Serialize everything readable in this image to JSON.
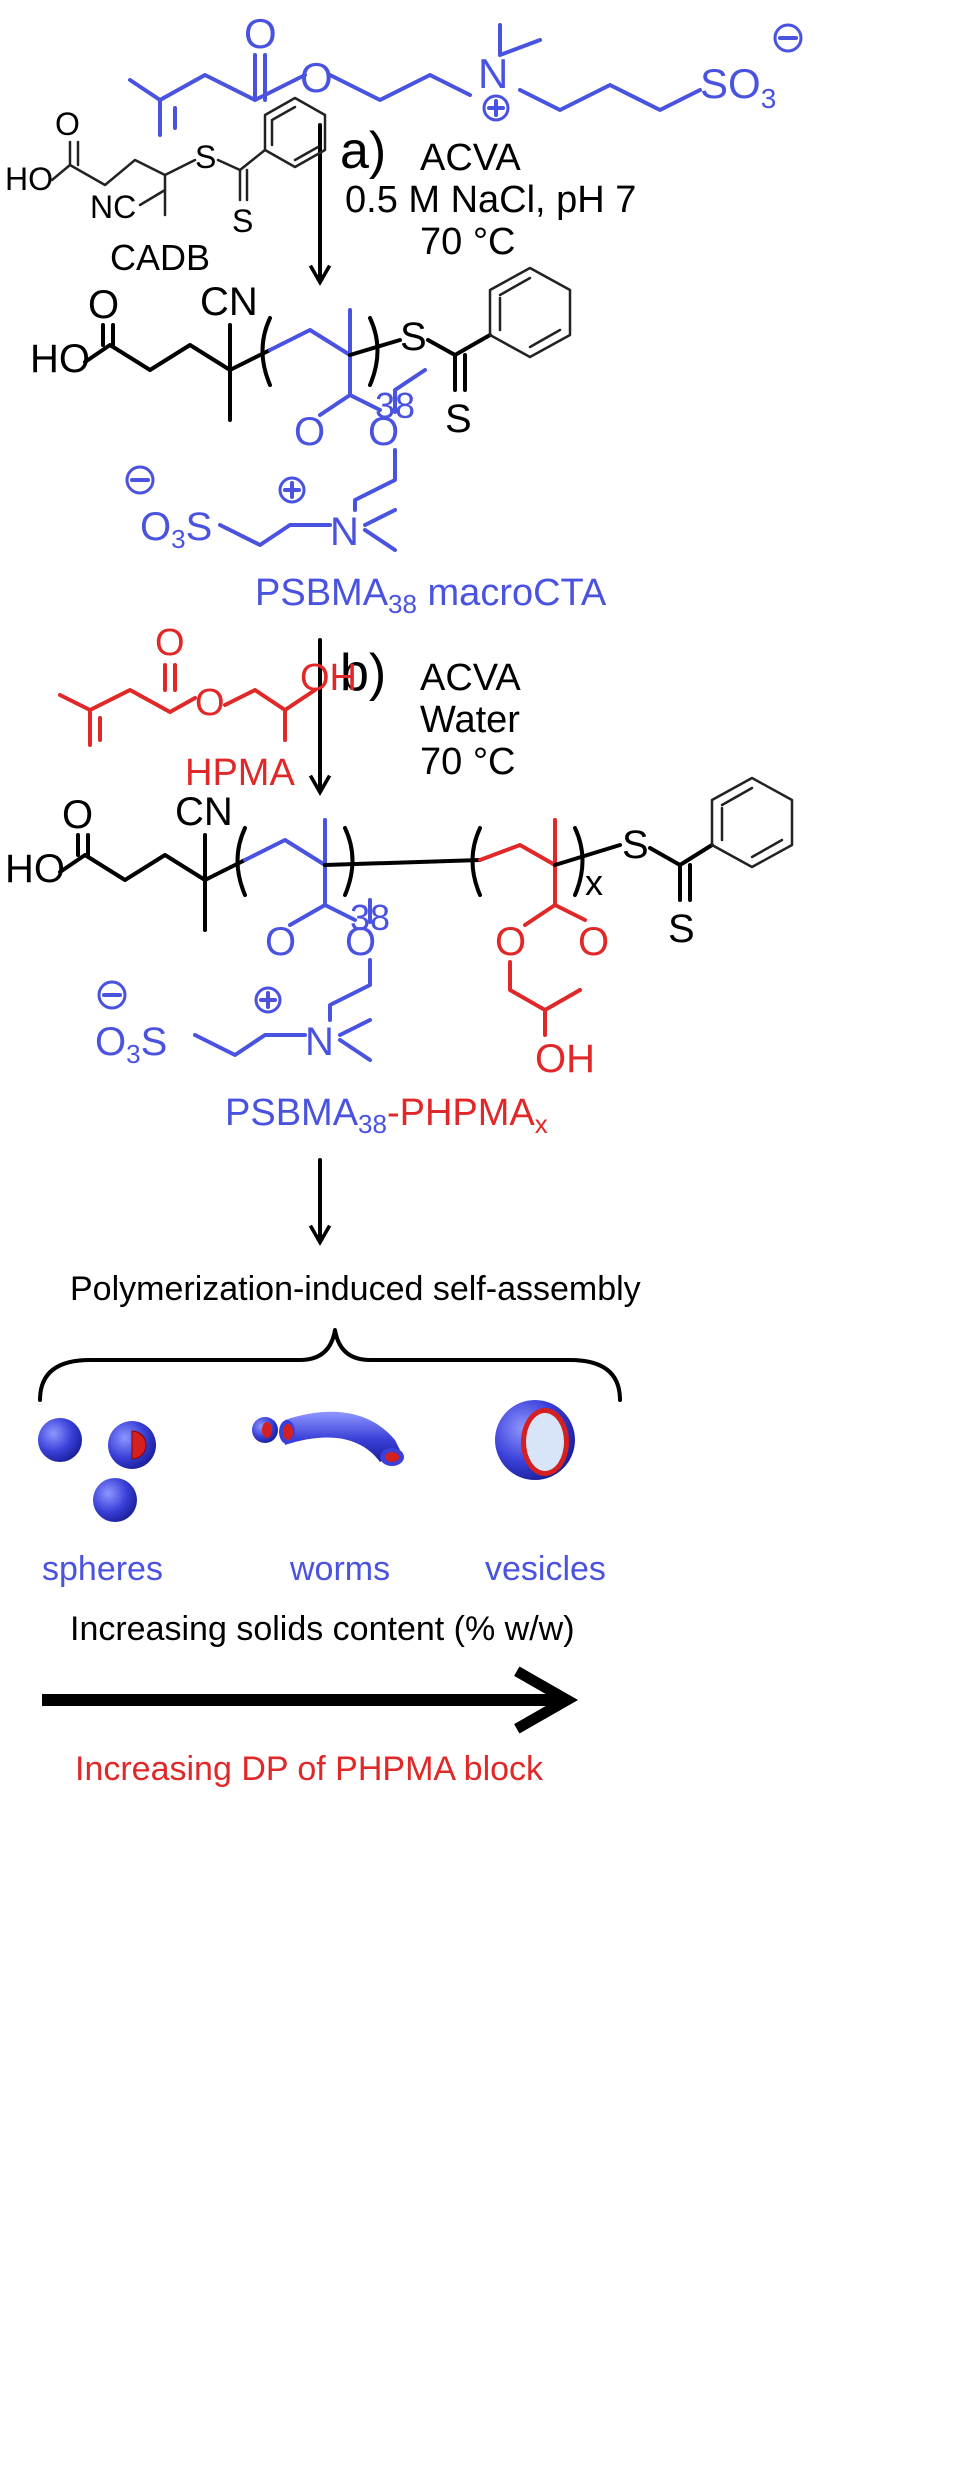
{
  "monomer_sbma": {
    "atoms": {
      "ester_o": "O",
      "carbonyl_o": "O",
      "n": "N",
      "so3": "SO",
      "so3_sub": "3"
    }
  },
  "step_a": {
    "label": "a)",
    "conditions": [
      "ACVA",
      "0.5 M NaCl, pH 7",
      "70 °C"
    ]
  },
  "cadb": {
    "name": "CADB",
    "atoms": {
      "ho": "HO",
      "o": "O",
      "nc": "NC",
      "s1": "S",
      "s2": "S"
    }
  },
  "macrocta": {
    "atoms": {
      "ho": "HO",
      "o_acid": "O",
      "cn": "CN",
      "dp": "38",
      "s1": "S",
      "s2": "S",
      "o1": "O",
      "o2": "O",
      "o3s": "O",
      "o3s_sub": "3",
      "o3s_s": "S",
      "n": "N"
    },
    "name_main": "PSBMA",
    "name_sub": "38",
    "name_tail": " macroCTA"
  },
  "step_b": {
    "label": "b)",
    "conditions": [
      "ACVA",
      "Water",
      "70 °C"
    ]
  },
  "hpma": {
    "name": "HPMA",
    "atoms": {
      "o1": "O",
      "o2": "O",
      "oh": "OH"
    }
  },
  "diblock": {
    "atoms": {
      "ho": "HO",
      "o_acid": "O",
      "cn": "CN",
      "dp1": "38",
      "dpx": "x",
      "s1": "S",
      "s2": "S",
      "o1": "O",
      "o2": "O",
      "o3": "O",
      "o4": "O",
      "oh": "OH",
      "o3s": "O",
      "o3s_sub": "3",
      "o3s_s": "S",
      "n": "N"
    },
    "name_a": "PSBMA",
    "name_a_sub": "38",
    "name_dash": "-",
    "name_b": "PHPMA",
    "name_b_sub": "x"
  },
  "pisa": {
    "title": "Polymerization-induced self-assembly",
    "morphologies": [
      "spheres",
      "worms",
      "vesicles"
    ],
    "axis_solids": "Increasing solids content (% w/w)",
    "axis_dp": "Increasing DP of PHPMA block"
  },
  "colors": {
    "blue": "#4a52e0",
    "red": "#e02828",
    "black": "#000000"
  }
}
